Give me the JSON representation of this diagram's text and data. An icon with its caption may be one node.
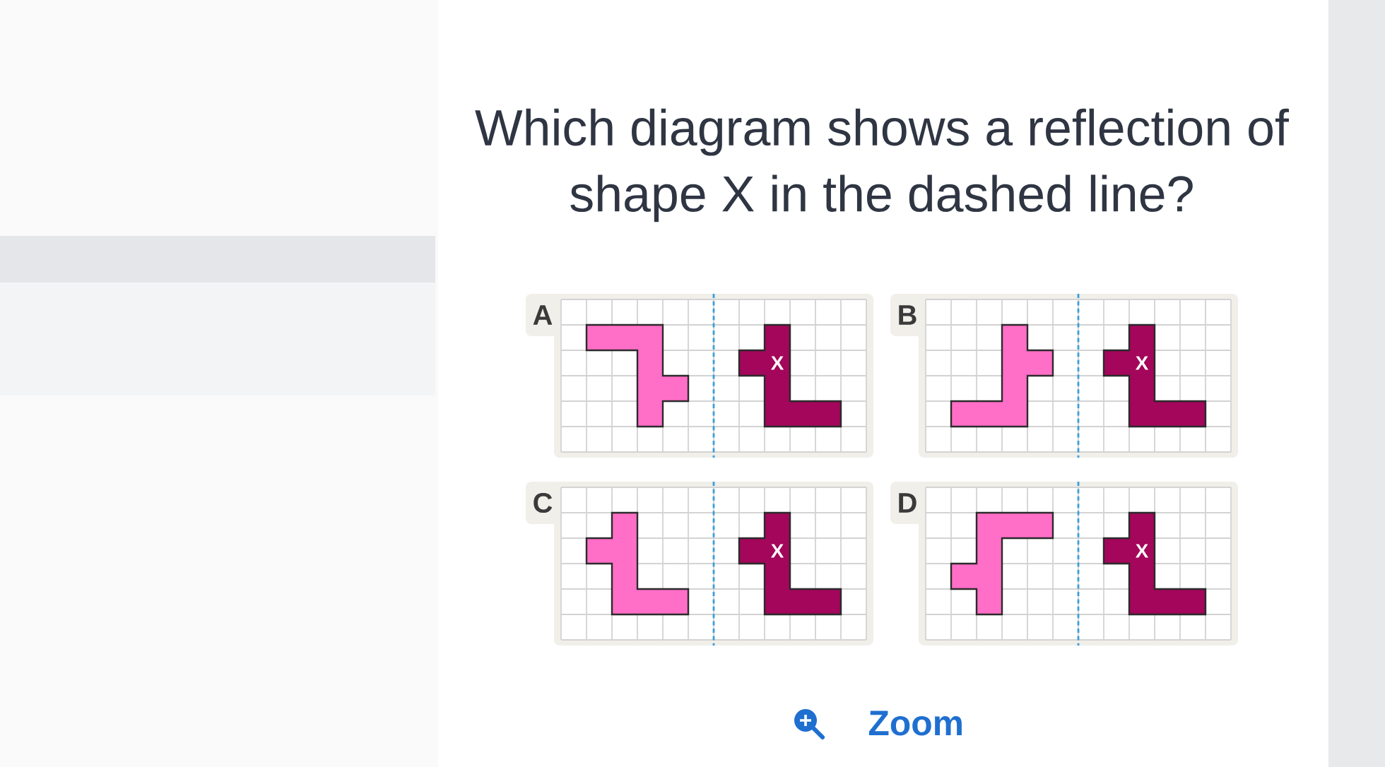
{
  "diagram": {
    "title": "Which diagram shows a reflection of shape X in the dashed line?",
    "nodes": [
      {
        "text": [
          "A"
        ]
      },
      {
        "text": [],
        "shape": "polygon",
        "in": 0
      },
      {
        "text": [
          "X"
        ],
        "in": 0
      },
      {
        "text": [
          "B"
        ]
      },
      {
        "text": [],
        "shape": "polygon",
        "in": 3
      },
      {
        "text": [
          "X"
        ],
        "in": 3
      },
      {
        "text": [
          "C"
        ]
      },
      {
        "text": [],
        "shape": "polygon",
        "in": 6
      },
      {
        "text": [
          "X"
        ],
        "in": 6
      },
      {
        "text": [
          "D"
        ]
      },
      {
        "text": [],
        "shape": "polygon",
        "in": 9
      },
      {
        "text": [
          "X"
        ],
        "in": 9
      }
    ],
    "labels": [
      "Zoom"
    ]
  }
}
